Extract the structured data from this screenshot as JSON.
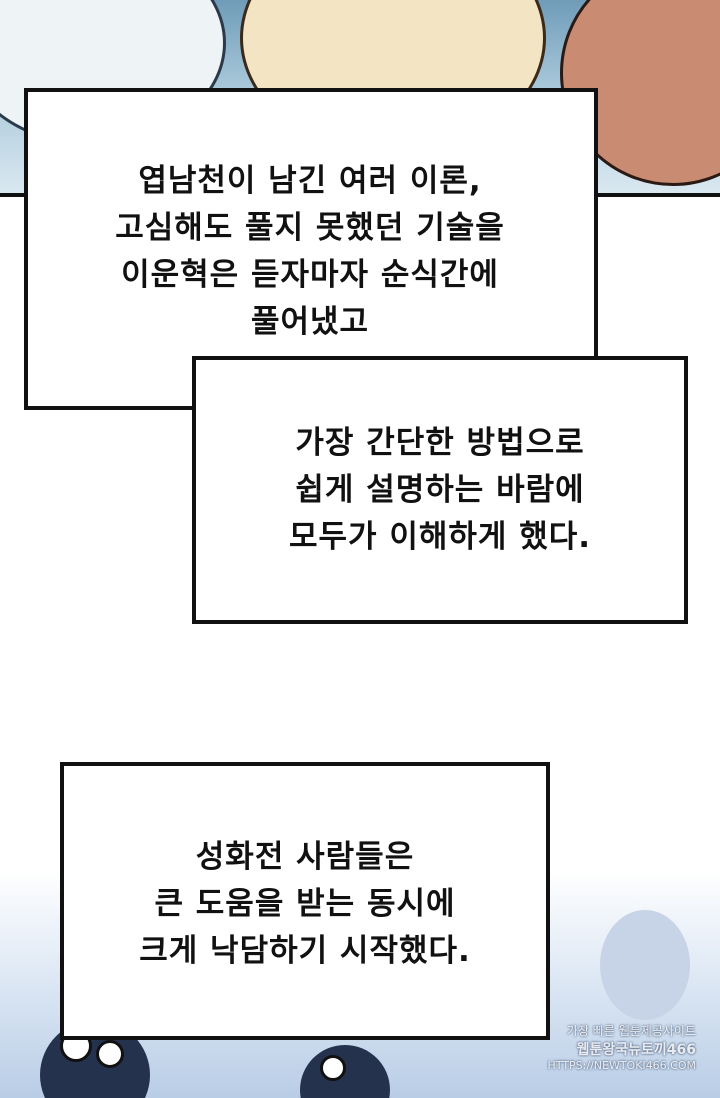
{
  "bubbles": [
    {
      "lines": [
        "엽남천이 남긴 여러 이론,",
        "고심해도 풀지 못했던 기술을",
        "이운혁은 듣자마자 순식간에",
        "풀어냈고"
      ]
    },
    {
      "lines": [
        "가장 간단한 방법으로",
        "쉽게 설명하는 바람에",
        "모두가 이해하게 했다."
      ]
    },
    {
      "lines": [
        "성화전 사람들은",
        "큰 도움을 받는 동시에",
        "크게 낙담하기 시작했다."
      ]
    }
  ],
  "watermark": {
    "line1": "가장 빠른 웹툰제공사이트",
    "line2": "웹툰왕국뉴토끼466",
    "line3": "HTTPS://NEWTOKI466.COM"
  }
}
